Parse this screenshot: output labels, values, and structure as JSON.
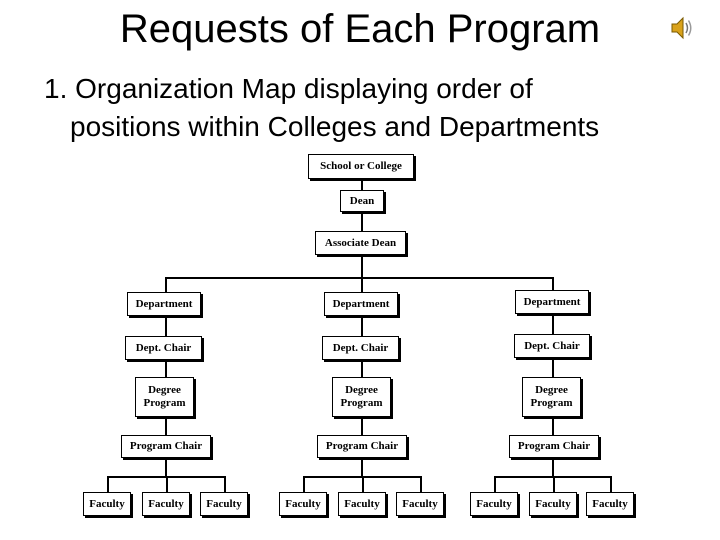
{
  "slide": {
    "title": "Requests of Each Program",
    "bullet_number": "1.",
    "bullet_line1": "Organization Map displaying order of",
    "bullet_line2": "positions within Colleges and Departments"
  },
  "icons": {
    "audio": "speaker-icon"
  },
  "org_chart": {
    "root": "School or College",
    "dean": "Dean",
    "associate_dean": "Associate Dean",
    "branches": [
      {
        "department": "Department",
        "chair": "Dept. Chair",
        "program": "Degree Program",
        "program_chair": "Program Chair",
        "faculty": [
          "Faculty",
          "Faculty",
          "Faculty"
        ]
      },
      {
        "department": "Department",
        "chair": "Dept. Chair",
        "program": "Degree Program",
        "program_chair": "Program Chair",
        "faculty": [
          "Faculty",
          "Faculty",
          "Faculty"
        ]
      },
      {
        "department": "Department",
        "chair": "Dept. Chair",
        "program": "Degree Program",
        "program_chair": "Program Chair",
        "faculty": [
          "Faculty",
          "Faculty",
          "Faculty"
        ]
      }
    ]
  }
}
